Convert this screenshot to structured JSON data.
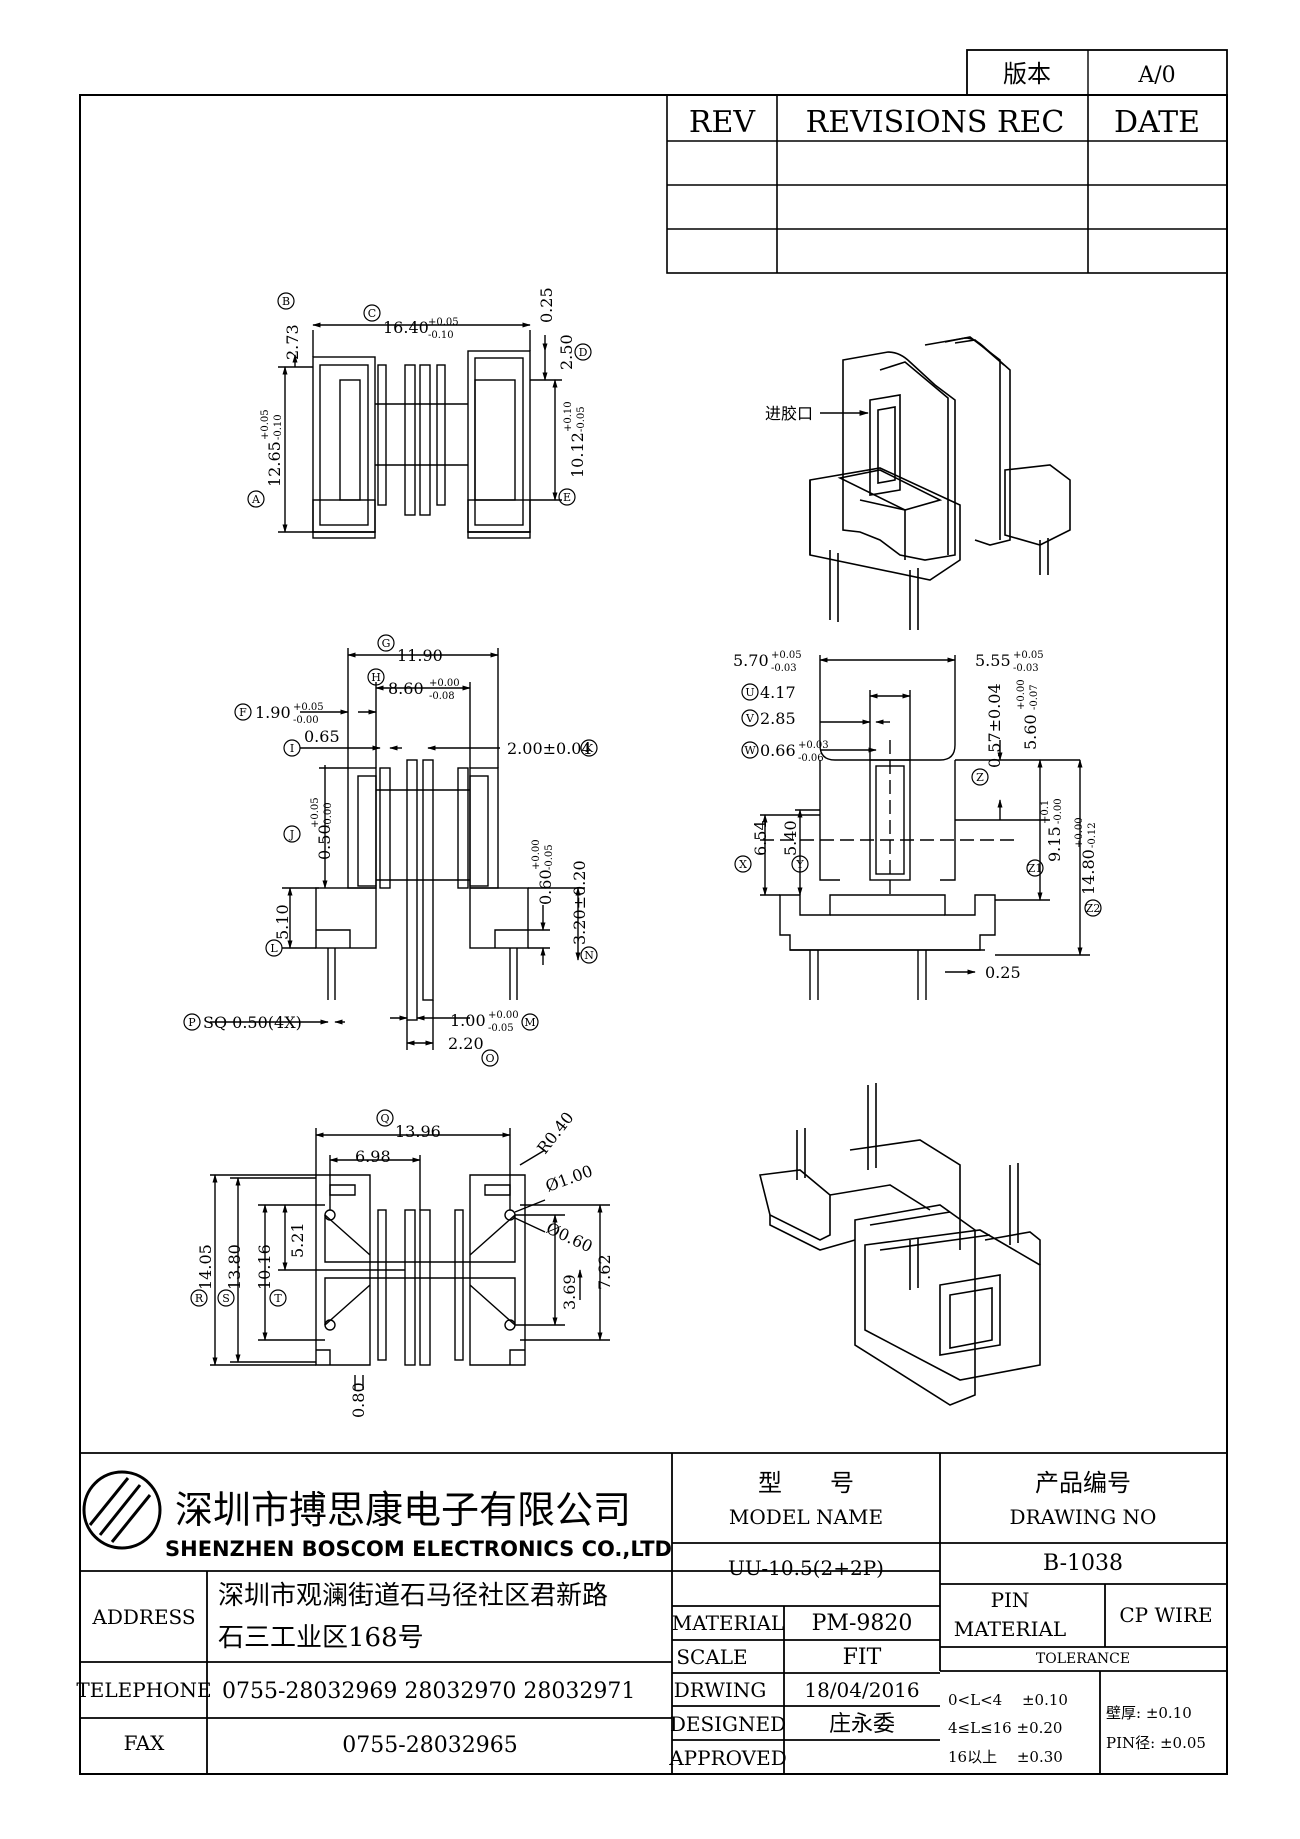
{
  "version": {
    "label": "版本",
    "value": "A/0"
  },
  "revisions": {
    "rev": "REV",
    "rec": "REVISIONS REC",
    "date": "DATE"
  },
  "dims_top": {
    "B": "2.73",
    "C": "16.40",
    "C_tol": [
      "+0.05",
      "-0.10"
    ],
    "t025": "0.25",
    "D": "2.50",
    "A": "12.65",
    "A_tol": [
      "+0.05",
      "-0.10"
    ],
    "E": "10.12",
    "E_tol": [
      "+0.10",
      "-0.05"
    ]
  },
  "gate_label": "进胶口",
  "dims_mid": {
    "G": "11.90",
    "H": "8.60",
    "H_tol": [
      "+0.00",
      "-0.08"
    ],
    "F": "1.90",
    "F_tol": [
      "+0.05",
      "-0.00"
    ],
    "I": "0.65",
    "K": "2.00±0.04",
    "J": "0.50",
    "J_tol": [
      "+0.05",
      "-0.00"
    ],
    "n060": "0.60",
    "n060_tol": [
      "+0.00",
      "-0.05"
    ],
    "N": "3.20±0.20",
    "L": "5.10",
    "P": "SQ 0.50(4X)",
    "M": "1.00",
    "M_tol": [
      "+0.00",
      "-0.05"
    ],
    "O": "2.20"
  },
  "dims_right": {
    "w570": "5.70",
    "w570_tol": [
      "+0.05",
      "-0.03"
    ],
    "w555": "5.55",
    "w555_tol": [
      "+0.05",
      "-0.03"
    ],
    "U": "4.17",
    "V": "2.85",
    "W": "0.66",
    "W_tol": [
      "+0.03",
      "-0.06"
    ],
    "v057": "0.57±0.04",
    "v560": "5.60",
    "v560_tol": [
      "+0.00",
      "-0.07"
    ],
    "X": "6.54",
    "Y": "5.40",
    "Z1": "9.15",
    "Z1_tol": [
      "+0.1",
      "-0.00"
    ],
    "Z2": "14.80",
    "Z2_tol": [
      "+0.00",
      "-0.12"
    ],
    "t025b": "0.25"
  },
  "dims_bottom": {
    "Q": "13.96",
    "b698": "6.98",
    "R040": "R0.40",
    "d100": "Ø1.00",
    "d060": "Ø0.60",
    "R": "14.05",
    "S": "13.80",
    "T": "10.16",
    "b521": "5.21",
    "b369": "3.69",
    "b762": "7.62",
    "b080": "0.80"
  },
  "title_block": {
    "company_cn": "深圳市搏思康电子有限公司",
    "company_en": "SHENZHEN BOSCOM ELECTRONICS CO.,LTD",
    "model_cn": "型　　号",
    "model_en": "MODEL NAME",
    "model_value": "UU-10.5(2+2P)",
    "drawing_cn": "产品编号",
    "drawing_en": "DRAWING NO",
    "drawing_value": "B-1038",
    "address_label": "ADDRESS",
    "address_line1": "深圳市观澜街道石马径社区君新路",
    "address_line2": "石三工业区168号",
    "telephone_label": "TELEPHONE",
    "telephone_value": "0755-28032969 28032970 28032971",
    "fax_label": "FAX",
    "fax_value": "0755-28032965",
    "material_label": "MATERIAL",
    "material_value": "PM-9820",
    "scale_label": "SCALE",
    "scale_value": "FIT",
    "drwing_label": "DRWING",
    "drwing_value": "18/04/2016",
    "designed_label": "DESIGNED",
    "designed_value": "庄永委",
    "approved_label": "APPROVED",
    "approved_value": "",
    "pin_label1": "PIN",
    "pin_label2": "MATERIAL",
    "pin_value": "CP WIRE",
    "tolerance_label": "TOLERANCE",
    "tol1": "0<L<4　 ±0.10",
    "tol2": "4≤L≤16 ±0.20",
    "tol3": "16以上　 ±0.30",
    "wall": "壁厚: ±0.10",
    "pin_dia": "PIN径: ±0.05"
  }
}
